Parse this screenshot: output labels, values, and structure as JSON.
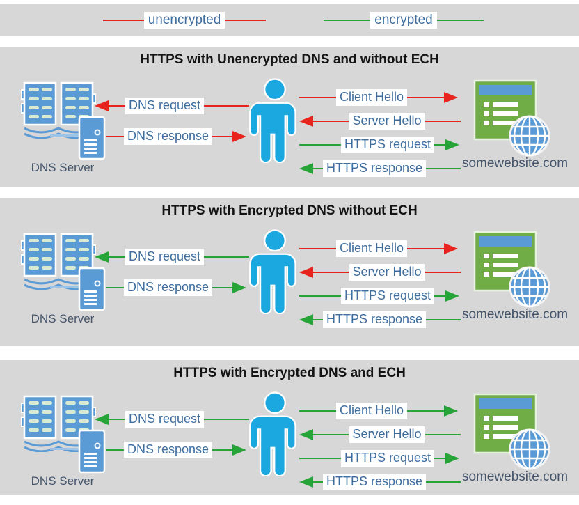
{
  "legend": {
    "items": [
      {
        "label": "unencrypted",
        "color": "red"
      },
      {
        "label": "encrypted",
        "color": "green"
      }
    ]
  },
  "colors": {
    "unencrypted_red": "#e8221c",
    "encrypted_green": "#27a437",
    "panel_background": "#d7d7d7",
    "arrow_label_text": "#3e6d9e",
    "caption_text": "#44546a",
    "icon_blue": "#5b9bd5",
    "person_blue": "#1ba7e0",
    "website_green": "#70ad47"
  },
  "panels": [
    {
      "title": "HTTPS with Unencrypted DNS and without ECH",
      "dns_server_label": "DNS Server",
      "website_label": "somewebsite.com",
      "arrows": {
        "dns_request": {
          "label": "DNS request",
          "color": "red",
          "direction": "left"
        },
        "dns_response": {
          "label": "DNS response",
          "color": "red",
          "direction": "right"
        },
        "client_hello": {
          "label": "Client Hello",
          "color": "red",
          "direction": "right"
        },
        "server_hello": {
          "label": "Server Hello",
          "color": "red",
          "direction": "left"
        },
        "https_request": {
          "label": "HTTPS request",
          "color": "green",
          "direction": "right"
        },
        "https_response": {
          "label": "HTTPS response",
          "color": "green",
          "direction": "left"
        }
      }
    },
    {
      "title": "HTTPS with Encrypted DNS without ECH",
      "dns_server_label": "DNS Server",
      "website_label": "somewebsite.com",
      "arrows": {
        "dns_request": {
          "label": "DNS request",
          "color": "green",
          "direction": "left"
        },
        "dns_response": {
          "label": "DNS response",
          "color": "green",
          "direction": "right"
        },
        "client_hello": {
          "label": "Client Hello",
          "color": "red",
          "direction": "right"
        },
        "server_hello": {
          "label": "Server Hello",
          "color": "red",
          "direction": "left"
        },
        "https_request": {
          "label": "HTTPS request",
          "color": "green",
          "direction": "right"
        },
        "https_response": {
          "label": "HTTPS response",
          "color": "green",
          "direction": "left"
        }
      }
    },
    {
      "title": "HTTPS with Encrypted DNS and ECH",
      "dns_server_label": "DNS Server",
      "website_label": "somewebsite.com",
      "arrows": {
        "dns_request": {
          "label": "DNS request",
          "color": "green",
          "direction": "left"
        },
        "dns_response": {
          "label": "DNS response",
          "color": "green",
          "direction": "right"
        },
        "client_hello": {
          "label": "Client Hello",
          "color": "green",
          "direction": "right"
        },
        "server_hello": {
          "label": "Server Hello",
          "color": "green",
          "direction": "left"
        },
        "https_request": {
          "label": "HTTPS request",
          "color": "green",
          "direction": "right"
        },
        "https_response": {
          "label": "HTTPS response",
          "color": "green",
          "direction": "left"
        }
      }
    }
  ]
}
